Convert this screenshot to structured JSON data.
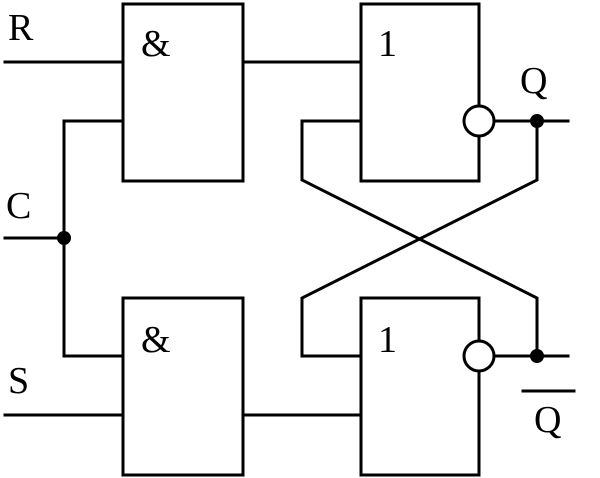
{
  "signals": {
    "r": "R",
    "c": "C",
    "s": "S",
    "q": "Q",
    "q_bar": "Q"
  },
  "gates": {
    "top_and": "&",
    "bottom_and": "&",
    "top_or": "1",
    "bottom_or": "1"
  }
}
